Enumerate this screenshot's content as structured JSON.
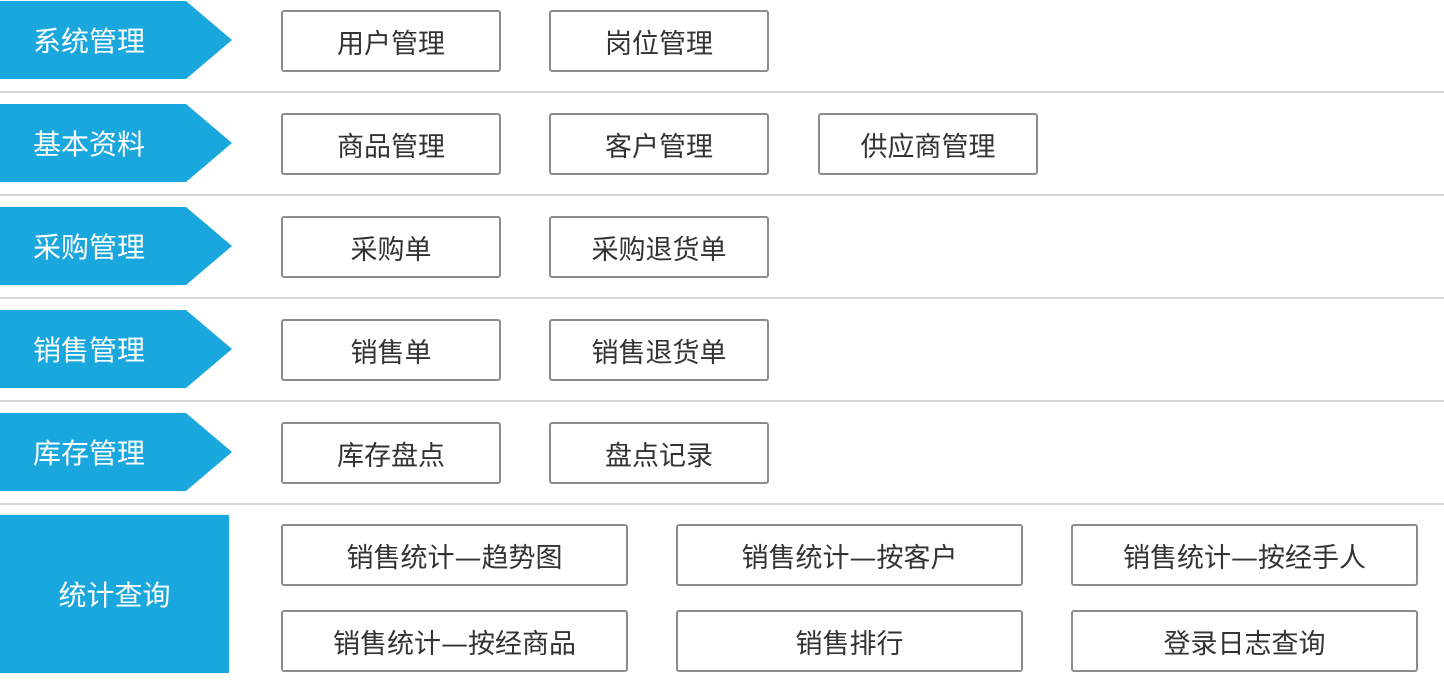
{
  "brand_color": "#1aa7dd",
  "rows": [
    {
      "category": "系统管理",
      "items": [
        "用户管理",
        "岗位管理"
      ]
    },
    {
      "category": "基本资料",
      "items": [
        "商品管理",
        "客户管理",
        "供应商管理"
      ]
    },
    {
      "category": "采购管理",
      "items": [
        "采购单",
        "采购退货单"
      ]
    },
    {
      "category": "销售管理",
      "items": [
        "销售单",
        "销售退货单"
      ]
    },
    {
      "category": "库存管理",
      "items": [
        "库存盘点",
        "盘点记录"
      ]
    },
    {
      "category": "统计查询",
      "items": [
        "销售统计—趋势图",
        "销售统计—按客户",
        "销售统计—按经手人",
        "销售统计—按经商品",
        "销售排行",
        "登录日志查询"
      ]
    }
  ]
}
